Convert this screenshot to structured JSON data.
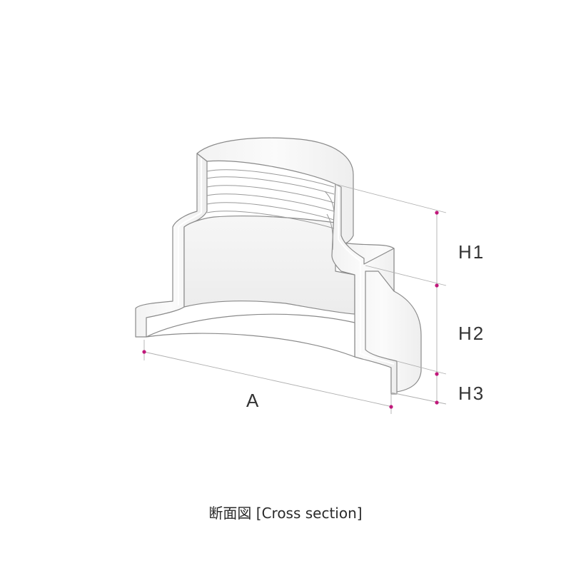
{
  "colors": {
    "outline": "#8a8a8a",
    "fill": "#f4f4f4",
    "highlight": "#ffffff",
    "leader": "#b0b0b0",
    "marker": "#c0187a"
  },
  "dimensions": {
    "h1": "H1",
    "h2": "H2",
    "h3": "H3",
    "a": "A"
  },
  "caption": "断面図 [Cross section]"
}
